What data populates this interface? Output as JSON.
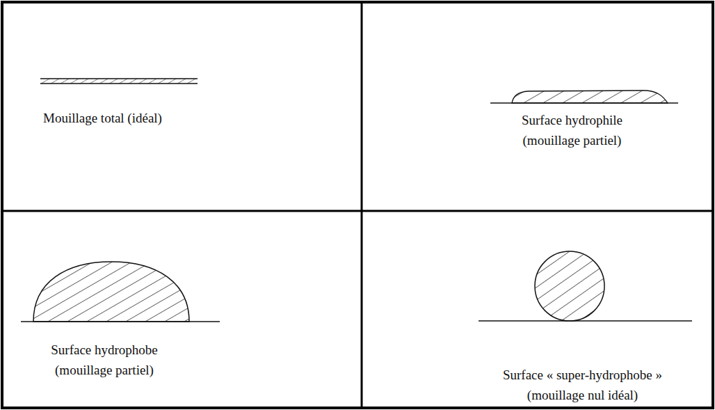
{
  "diagram": {
    "labels": [
      "Mouillage total (idéal)",
      "Surface hydrophile (mouillage partiel)",
      "Surface hydrophobe (mouillage partiel)",
      "Surface « super-hydrophobe » (mouillage nul idéal)"
    ]
  }
}
